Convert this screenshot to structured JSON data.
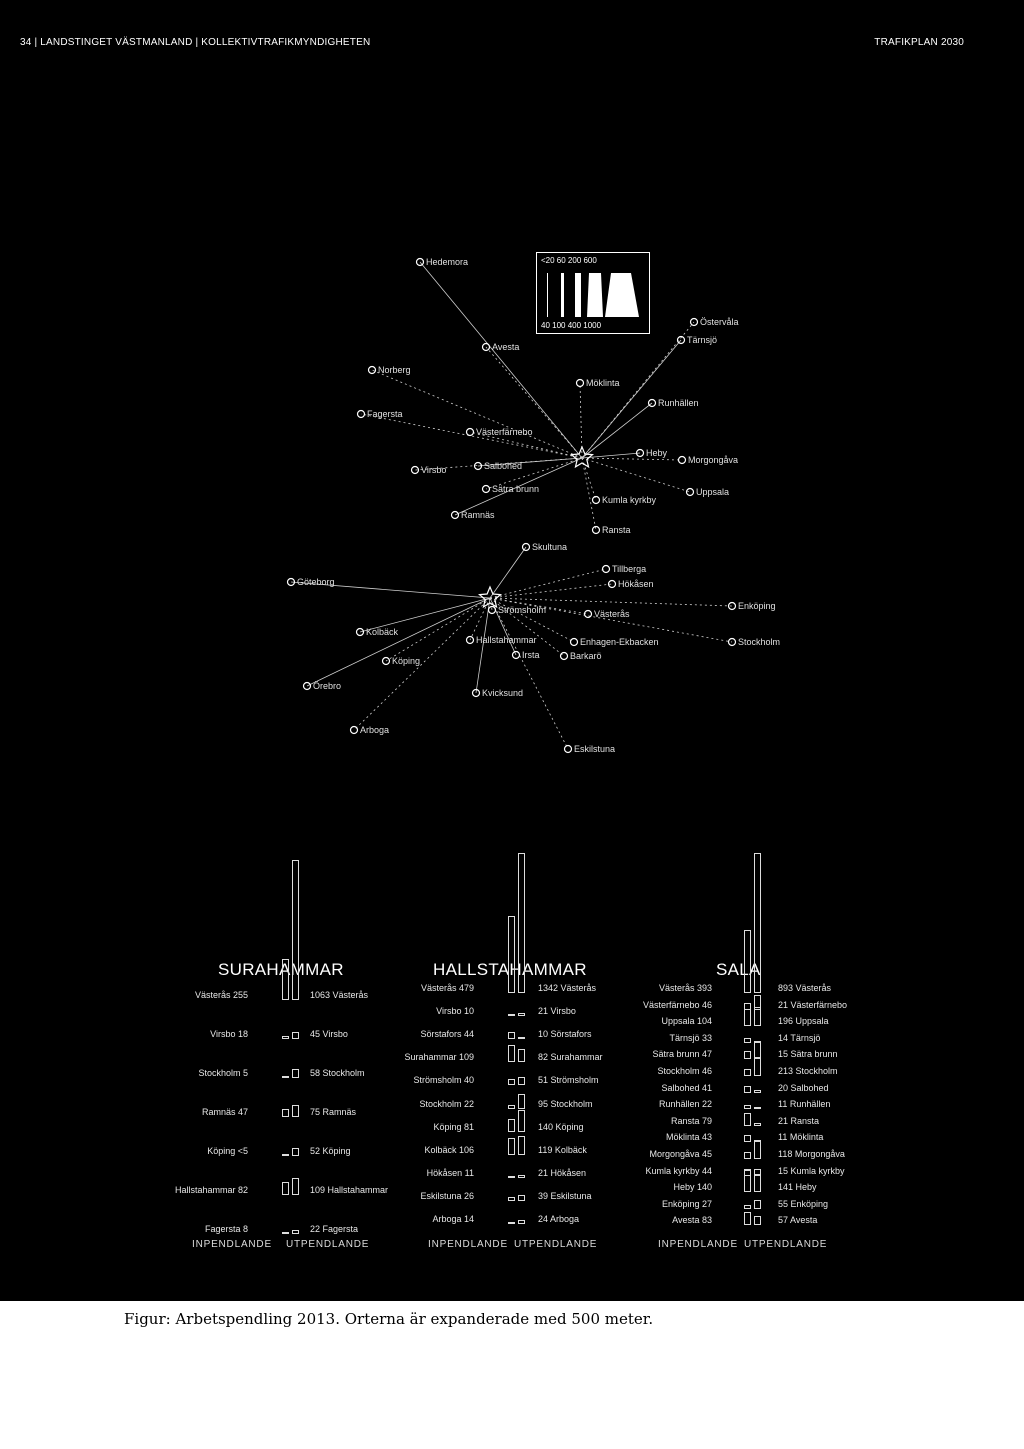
{
  "header": {
    "left": "34 | LANDSTINGET VÄSTMANLAND | KOLLEKTIVTRAFIKMYNDIGHETEN",
    "right": "TRAFIKPLAN 2030"
  },
  "legend": {
    "top": "<20 60 200 600",
    "bottom": "40 100 400 1000"
  },
  "map_places": [
    "Hedemora",
    "Avesta",
    "Östervåla",
    "Tärnsjö",
    "Norberg",
    "Möklinta",
    "Runhällen",
    "Fagersta",
    "Västerfärnebo",
    "Heby",
    "Morgongåva",
    "Virsbo",
    "Salbohed",
    "Sätra brunn",
    "Uppsala",
    "Ramnäs",
    "Kumla kyrkby",
    "Ransta",
    "Skultuna",
    "Tillberga",
    "Hökåsen",
    "Göteborg",
    "Västerås",
    "Enköping",
    "Kolbäck",
    "Köping",
    "Enhagen-Ekbacken",
    "Irsta",
    "Barkarö",
    "Stockholm",
    "Örebro",
    "Arboga",
    "Eskilstuna",
    "Kvicksund",
    "Hallstahammar",
    "Strömsholm"
  ],
  "tables": {
    "surahammar": {
      "title": "SURAHAMMAR",
      "in_label": "INPENDLANDE",
      "out_label": "UTPENDLANDE",
      "rows": [
        {
          "in": "Västerås 255",
          "out": "1063 Västerås"
        },
        {
          "in": "Virsbo 18",
          "out": "45 Virsbo"
        },
        {
          "in": "Stockholm 5",
          "out": "58 Stockholm"
        },
        {
          "in": "Ramnäs 47",
          "out": "75 Ramnäs"
        },
        {
          "in": "Köping <5",
          "out": "52 Köping"
        },
        {
          "in": "Hallstahammar 82",
          "out": "109 Hallstahammar"
        },
        {
          "in": "Fagersta 8",
          "out": "22 Fagersta"
        }
      ]
    },
    "hallstahammar": {
      "title": "HALLSTAHAMMAR",
      "in_label": "INPENDLANDE",
      "out_label": "UTPENDLANDE",
      "rows": [
        {
          "in": "Västerås 479",
          "out": "1342 Västerås"
        },
        {
          "in": "Virsbo 10",
          "out": "21 Virsbo"
        },
        {
          "in": "Sörstafors 44",
          "out": "10 Sörstafors"
        },
        {
          "in": "Surahammar 109",
          "out": "82 Surahammar"
        },
        {
          "in": "Strömsholm 40",
          "out": "51 Strömsholm"
        },
        {
          "in": "Stockholm 22",
          "out": "95 Stockholm"
        },
        {
          "in": "Köping 81",
          "out": "140 Köping"
        },
        {
          "in": "Kolbäck 106",
          "out": "119 Kolbäck"
        },
        {
          "in": "Hökåsen 11",
          "out": "21 Hökåsen"
        },
        {
          "in": "Eskilstuna 26",
          "out": "39 Eskilstuna"
        },
        {
          "in": "Arboga 14",
          "out": "24 Arboga"
        }
      ]
    },
    "sala": {
      "title": "SALA",
      "in_label": "INPENDLANDE",
      "out_label": "UTPENDLANDE",
      "rows": [
        {
          "in": "Västerås 393",
          "out": "893 Västerås"
        },
        {
          "in": "Västerfärnebo 46",
          "out": "21 Västerfärnebo"
        },
        {
          "in": "Uppsala 104",
          "out": "196 Uppsala"
        },
        {
          "in": "Tärnsjö 33",
          "out": "14 Tärnsjö"
        },
        {
          "in": "Sätra brunn 47",
          "out": "15 Sätra brunn"
        },
        {
          "in": "Stockholm 46",
          "out": "213 Stockholm"
        },
        {
          "in": "Salbohed 41",
          "out": "20 Salbohed"
        },
        {
          "in": "Runhällen 22",
          "out": "11 Runhällen"
        },
        {
          "in": "Ransta 79",
          "out": "21 Ransta"
        },
        {
          "in": "Möklinta 43",
          "out": "11 Möklinta"
        },
        {
          "in": "Morgongåva 45",
          "out": "118 Morgongåva"
        },
        {
          "in": "Kumla kyrkby 44",
          "out": "15 Kumla kyrkby"
        },
        {
          "in": "Heby 140",
          "out": "141 Heby"
        },
        {
          "in": "Enköping 27",
          "out": "55 Enköping"
        },
        {
          "in": "Avesta 83",
          "out": "57 Avesta"
        }
      ]
    }
  },
  "caption": "Figur: Arbetspendling 2013. Orterna är expanderade med 500 meter."
}
